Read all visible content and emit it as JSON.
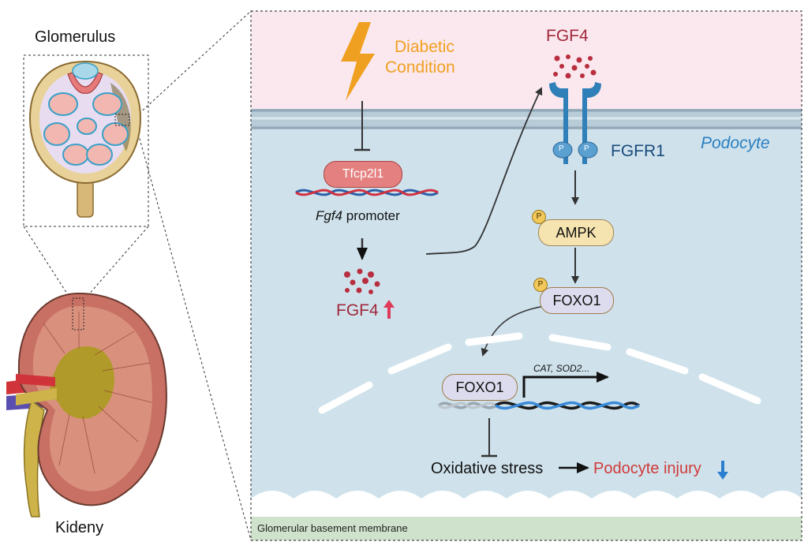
{
  "left_panel": {
    "glomerulus_label": "Glomerulus",
    "kidney_label": "Kideny"
  },
  "diagram": {
    "diabetic_condition": [
      "Diabetic",
      "Condition"
    ],
    "tfcp2l1": "Tfcp2l1",
    "promoter_gene": "Fgf4",
    "promoter_word": "promoter",
    "fgf4_local": "FGF4",
    "fgf4_secreted": "FGF4",
    "fgfr1": "FGFR1",
    "podocyte": "Podocyte",
    "phospho": "P",
    "ampk": "AMPK",
    "foxo1_cyto": "FOXO1",
    "foxo1_nuclear": "FOXO1",
    "target_genes": "CAT, SOD2...",
    "oxidative_stress": "Oxidative stress",
    "podocyte_injury": "Podocyte injury",
    "gbm": "Glomerular basement membrane"
  },
  "colors": {
    "extracellular": "#fbe8ef",
    "cytoplasm": "#cfe2ec",
    "gbm": "#cfe3cc",
    "lightning": "#f0a020",
    "fgf4_text": "#a0283a",
    "tfcp2l1_fill": "#e58080",
    "ampk_fill": "#f6e4b0",
    "foxo1_fill": "#dcdcee",
    "receptor": "#2f7fb8",
    "dna_blue": "#2a5fa8",
    "dna_red": "#d03040",
    "up_arrow": "#e03a5a",
    "down_arrow": "#2a7fd0",
    "kidney_cortex": "#c87063",
    "kidney_pelvis": "#b09a2a"
  }
}
